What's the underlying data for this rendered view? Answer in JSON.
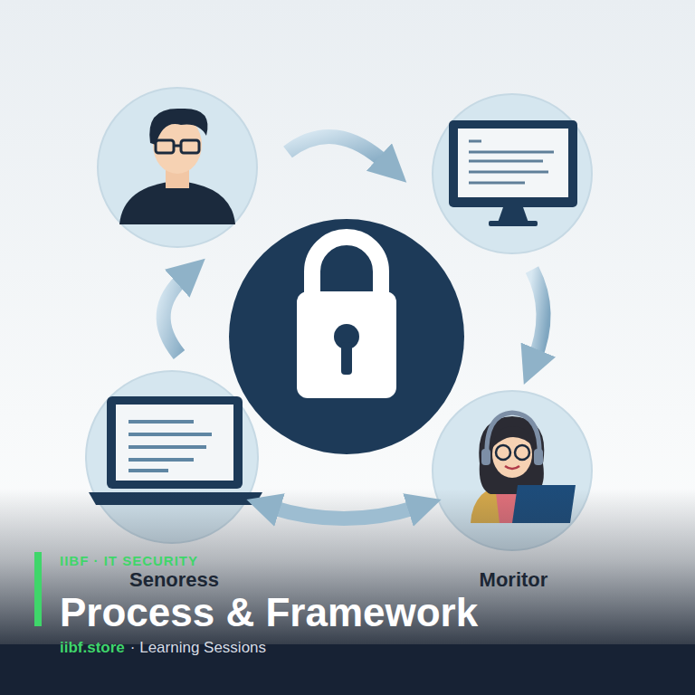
{
  "diagram": {
    "title": "Process & Framework",
    "nodes": [
      {
        "text": [
          "Senoress"
        ]
      },
      {
        "text": [
          "Moritor"
        ]
      }
    ],
    "edges": [
      {
        "from": 0,
        "to": 1,
        "arrow": "both"
      }
    ],
    "labels": [
      "IIBF · IT SECURITY",
      "iibf.store",
      "· Learning Sessions"
    ]
  }
}
